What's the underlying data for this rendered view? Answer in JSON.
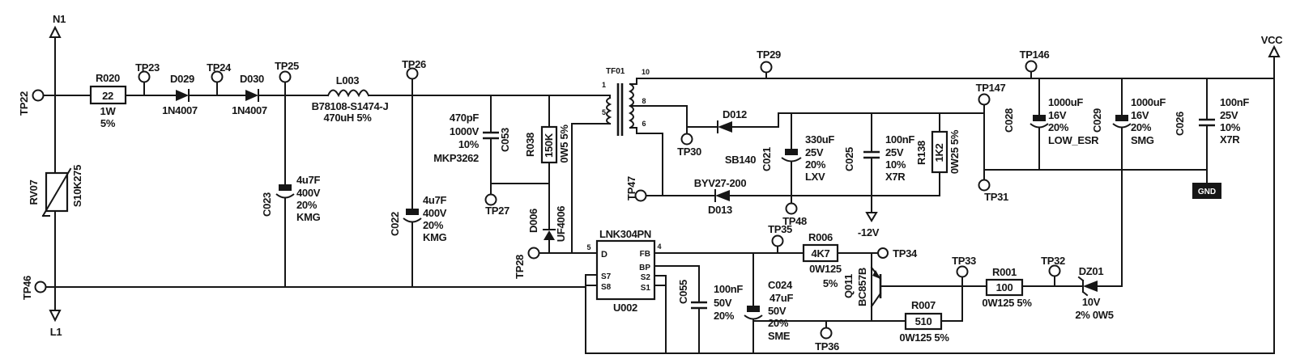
{
  "title": "Switch-mode power supply schematic",
  "ink": "#161616",
  "bg": "#ffffff",
  "term": {
    "n1": "N1",
    "l1": "L1",
    "vcc": "VCC",
    "gnd": "GND",
    "neg12": "-12V"
  },
  "tp": {
    "tp22": "TP22",
    "tp23": "TP23",
    "tp24": "TP24",
    "tp25": "TP25",
    "tp26": "TP26",
    "tp27": "TP27",
    "tp28": "TP28",
    "tp29": "TP29",
    "tp30": "TP30",
    "tp31": "TP31",
    "tp32": "TP32",
    "tp33": "TP33",
    "tp34": "TP34",
    "tp35": "TP35",
    "tp36": "TP36",
    "tp46": "TP46",
    "tp47": "TP47",
    "tp48": "TP48",
    "tp146": "TP146",
    "tp147": "TP147"
  },
  "comp": {
    "r020": {
      "ref": "R020",
      "val": "22",
      "v": [
        "1W",
        "5%"
      ]
    },
    "d029": {
      "ref": "D029",
      "val": "1N4007"
    },
    "d030": {
      "ref": "D030",
      "val": "1N4007"
    },
    "rv07": {
      "ref": "RV07",
      "val": "S10K275"
    },
    "c023": {
      "ref": "C023",
      "v": [
        "4u7F",
        "400V",
        "20%",
        "KMG"
      ]
    },
    "c022": {
      "ref": "C022",
      "v": [
        "4u7F",
        "400V",
        "20%",
        "KMG"
      ]
    },
    "l003": {
      "ref": "L003",
      "v": [
        "B78108-S1474-J",
        "470uH 5%"
      ]
    },
    "c053": {
      "ref": "C053",
      "v": [
        "470pF",
        "1000V",
        "10%",
        "MKP3262"
      ]
    },
    "r038": {
      "ref": "R038",
      "val": "150K",
      "v": [
        "0W5 5%"
      ]
    },
    "d006": {
      "ref": "D006",
      "val": "UF4006"
    },
    "tf01": {
      "ref": "TF01",
      "pins": [
        "1",
        "5",
        "10",
        "8",
        "6"
      ]
    },
    "d012": {
      "ref": "D012",
      "val": "SB140"
    },
    "d013": {
      "ref": "D013",
      "val": "BYV27-200"
    },
    "c021": {
      "ref": "C021",
      "v": [
        "330uF",
        "25V",
        "20%",
        "LXV"
      ]
    },
    "c025": {
      "ref": "C025",
      "v": [
        "100nF",
        "25V",
        "10%",
        "X7R"
      ]
    },
    "r138": {
      "ref": "R138",
      "val": "1K2",
      "v": [
        "0W25 5%"
      ]
    },
    "u002": {
      "ref": "U002",
      "part": "LNK304PN",
      "pins": {
        "d": "D",
        "fb": "FB",
        "bp": "BP",
        "s7": "S7",
        "s8": "S8",
        "s2": "S2",
        "s1": "S1",
        "n5": "5",
        "n4": "4"
      }
    },
    "c055": {
      "ref": "C055",
      "v": [
        "100nF",
        "50V",
        "20%"
      ]
    },
    "c024": {
      "ref": "C024",
      "v": [
        "47uF",
        "50V",
        "20%",
        "SME"
      ]
    },
    "r006": {
      "ref": "R006",
      "val": "4K7",
      "v": [
        "0W125",
        "5%"
      ]
    },
    "q011": {
      "ref": "Q011",
      "val": "BC857B"
    },
    "r007": {
      "ref": "R007",
      "val": "510",
      "v": [
        "0W125 5%"
      ]
    },
    "r001": {
      "ref": "R001",
      "val": "100",
      "v": [
        "0W125 5%"
      ]
    },
    "dz01": {
      "ref": "DZ01",
      "v": [
        "10V",
        "2% 0W5"
      ]
    },
    "c028": {
      "ref": "C028",
      "v": [
        "1000uF",
        "16V",
        "20%",
        "LOW_ESR"
      ]
    },
    "c029": {
      "ref": "C029",
      "v": [
        "1000uF",
        "16V",
        "20%",
        "SMG"
      ]
    },
    "c026": {
      "ref": "C026",
      "v": [
        "100nF",
        "25V",
        "10%",
        "X7R"
      ]
    }
  }
}
